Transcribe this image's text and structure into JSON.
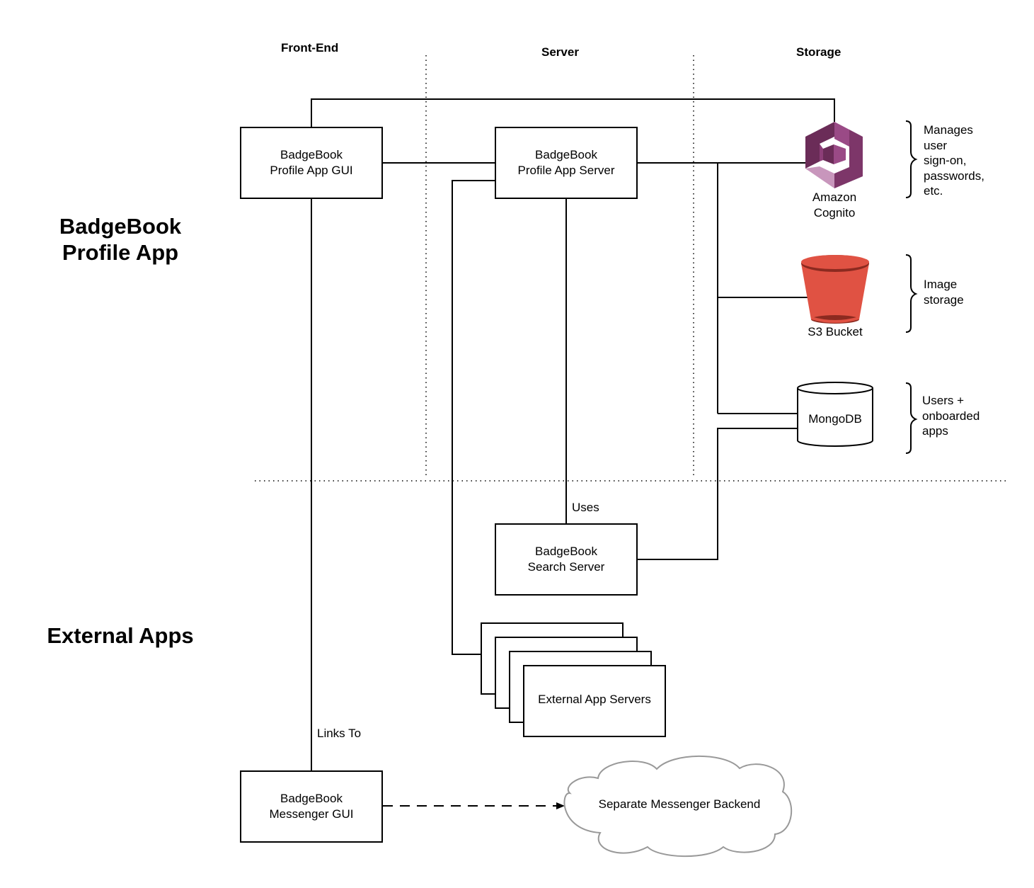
{
  "columns": {
    "front_end": "Front-End",
    "server": "Server",
    "storage": "Storage"
  },
  "sections": {
    "profile_app": [
      "BadgeBook",
      "Profile App"
    ],
    "external_apps": "External Apps"
  },
  "nodes": {
    "profile_gui": [
      "BadgeBook",
      "Profile App GUI"
    ],
    "profile_server": [
      "BadgeBook",
      "Profile App Server"
    ],
    "search_server": [
      "BadgeBook",
      "Search Server"
    ],
    "external_app_servers": "External App Servers",
    "messenger_gui": [
      "BadgeBook",
      "Messenger GUI"
    ],
    "messenger_backend": "Separate Messenger Backend",
    "cognito": [
      "Amazon",
      "Cognito"
    ],
    "s3": "S3 Bucket",
    "mongodb": "MongoDB"
  },
  "notes": {
    "cognito": [
      "Manages",
      "user",
      "sign-on,",
      "passwords,",
      "etc."
    ],
    "s3": [
      "Image",
      "storage"
    ],
    "mongodb": [
      "Users +",
      "onboarded",
      "apps"
    ]
  },
  "edge_labels": {
    "uses": "Uses",
    "links_to": "Links To"
  },
  "colors": {
    "line": "#000000",
    "cognito_dark": "#6b2c58",
    "cognito_mid": "#9a4a86",
    "cognito_light": "#c896bc",
    "s3_red": "#e05243",
    "s3_dark": "#8c2a20",
    "cloud_stroke": "#999999"
  }
}
